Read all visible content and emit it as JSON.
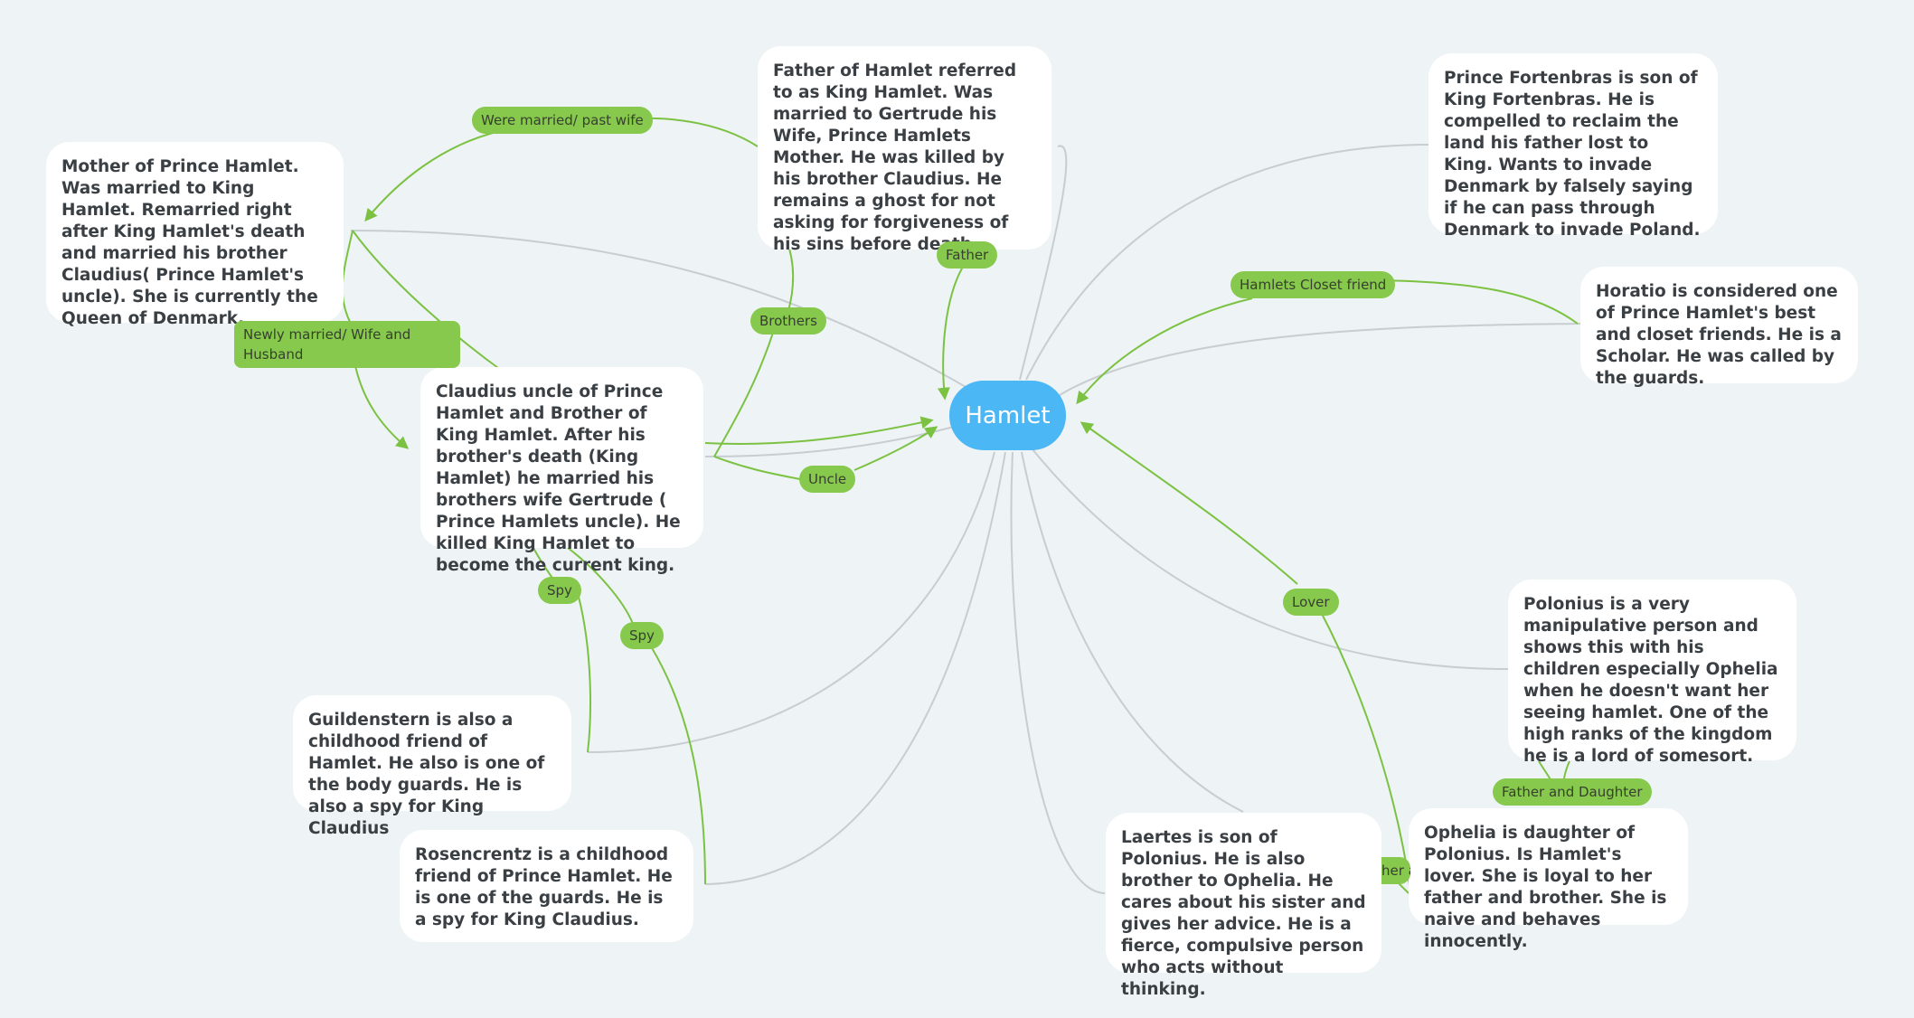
{
  "center": {
    "label": "Hamlet"
  },
  "nodes": {
    "king_hamlet": "Father of Hamlet referred to as King Hamlet. Was married to Gertrude his Wife, Prince Hamlets Mother. He was killed by his brother Claudius. He remains a ghost for not asking for forgiveness of his sins before death.",
    "gertrude": "Mother of Prince Hamlet. Was married to King Hamlet. Remarried right after King Hamlet's death and married his brother Claudius( Prince Hamlet's uncle). She is currently the Queen of Denmark.",
    "claudius": "Claudius uncle of Prince Hamlet and Brother of King Hamlet. After his brother's death (King Hamlet) he married his brothers wife Gertrude ( Prince Hamlets uncle). He killed King Hamlet to become the current king.",
    "fortinbras": "Prince Fortenbras is son of King Fortenbras. He is compelled to reclaim the land his father lost to King. Wants to invade Denmark by falsely saying if he can pass through Denmark to invade Poland.",
    "horatio": "Horatio is considered one of Prince Hamlet's best and closet friends. He is a Scholar. He was called by the guards.",
    "polonius": "Polonius is a very manipulative person and shows this with his children especially Ophelia when he doesn't want her seeing hamlet. One of the high ranks of the kingdom he is a lord of somesort.",
    "ophelia": "Ophelia is daughter of Polonius. Is Hamlet's lover. She is loyal to her father and brother. She is naive and behaves innocently.",
    "laertes": "Laertes is son of Polonius. He is also brother to Ophelia. He cares about his sister and gives her advice. He is a fierce, compulsive person who acts without thinking.",
    "guildenstern": "Guildenstern is also a childhood friend of Hamlet. He also is one of the body guards. He is also a spy for King Claudius",
    "rosencrantz": "Rosencrentz is a childhood friend of Prince Hamlet. He is one of the guards. He is a spy for King Claudius."
  },
  "relations": {
    "were_married": "Were married/ past wife",
    "newly_married": "Newly married/ Wife and Husband",
    "brothers": "Brothers",
    "father": "Father",
    "uncle": "Uncle",
    "closet_friend": "Hamlets Closet friend",
    "lover": "Lover",
    "father_daughter": "Father and Daughter",
    "spy1": "Spy",
    "spy2": "Spy",
    "brother_sister_partial": "her a"
  },
  "colors": {
    "background": "#eef3f5",
    "hub": "#4cb7f5",
    "relation_tag": "#86c94c",
    "relation_line": "#7cc242",
    "connector_line": "#c8cdd1"
  }
}
